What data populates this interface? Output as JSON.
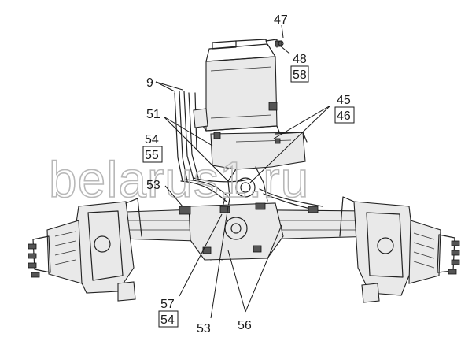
{
  "watermark": "belarus1.ru",
  "callouts": {
    "c47": "47",
    "c48": "48",
    "c58": "58",
    "c9": "9",
    "c45": "45",
    "c46": "46",
    "c51": "51",
    "c54_top": "54",
    "c55": "55",
    "c53_left": "53",
    "c57": "57",
    "c54_bottom": "54",
    "c53_bottom": "53",
    "c56": "56"
  }
}
